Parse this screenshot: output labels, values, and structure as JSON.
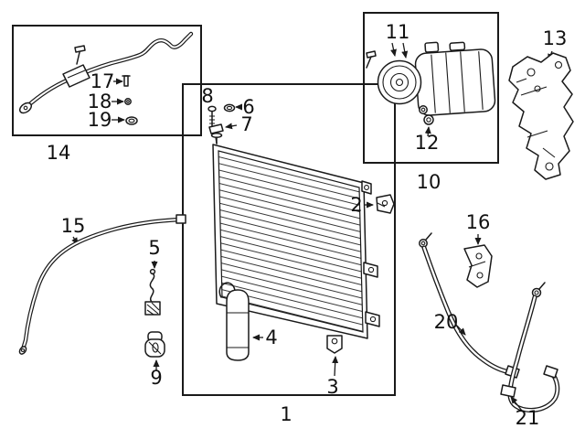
{
  "meta": {
    "description": "Exploded automotive A/C parts diagram with numbered callouts",
    "background": "#ffffff",
    "line_color": "#1a1a1a"
  },
  "callouts": {
    "c1": "1",
    "c2": "2",
    "c3": "3",
    "c4": "4",
    "c5": "5",
    "c6": "6",
    "c7": "7",
    "c8": "8",
    "c9": "9",
    "c10": "10",
    "c11": "11",
    "c12": "12",
    "c13": "13",
    "c14": "14",
    "c15": "15",
    "c16": "16",
    "c17": "17",
    "c18": "18",
    "c19": "19",
    "c20": "20",
    "c21": "21"
  }
}
